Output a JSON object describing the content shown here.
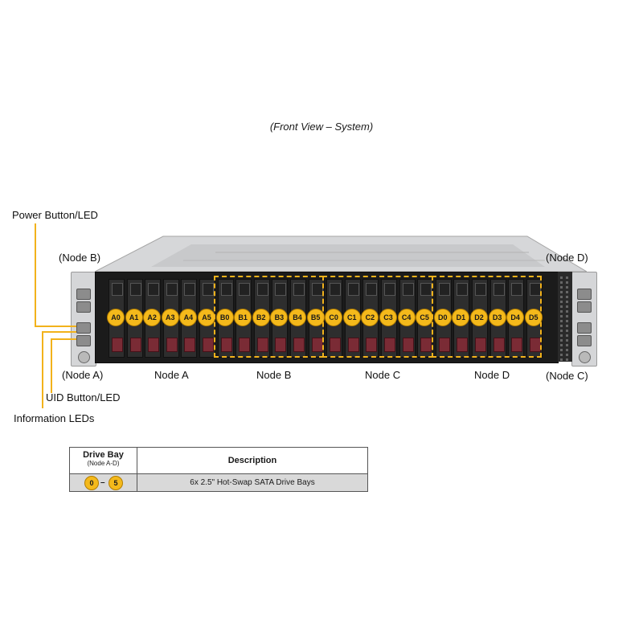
{
  "caption": "(Front View – System)",
  "callouts": {
    "power": "Power Button/LED",
    "uid": "UID Button/LED",
    "info": "Information  LEDs"
  },
  "corner_labels": {
    "top_left": "(Node B)",
    "bottom_left": "(Node A)",
    "top_right": "(Node D)",
    "bottom_right": "(Node C)"
  },
  "nodes": [
    {
      "label": "Node A",
      "bays": [
        "A0",
        "A1",
        "A2",
        "A3",
        "A4",
        "A5"
      ]
    },
    {
      "label": "Node B",
      "bays": [
        "B0",
        "B1",
        "B2",
        "B3",
        "B4",
        "B5"
      ]
    },
    {
      "label": "Node C",
      "bays": [
        "C0",
        "C1",
        "C2",
        "C3",
        "C4",
        "C5"
      ]
    },
    {
      "label": "Node D",
      "bays": [
        "D0",
        "D1",
        "D2",
        "D3",
        "D4",
        "D5"
      ]
    }
  ],
  "table": {
    "col1_title": "Drive Bay",
    "col1_sub": "(Node A-D)",
    "col2_title": "Description",
    "range_start": "0",
    "range_sep": "–",
    "range_end": "5",
    "description": "6x 2.5\" Hot-Swap  SATA Drive  Bays"
  },
  "colors": {
    "accent": "#f2b21b",
    "bay_led": "#7a2b35",
    "chassis": "#1b1b1b"
  }
}
